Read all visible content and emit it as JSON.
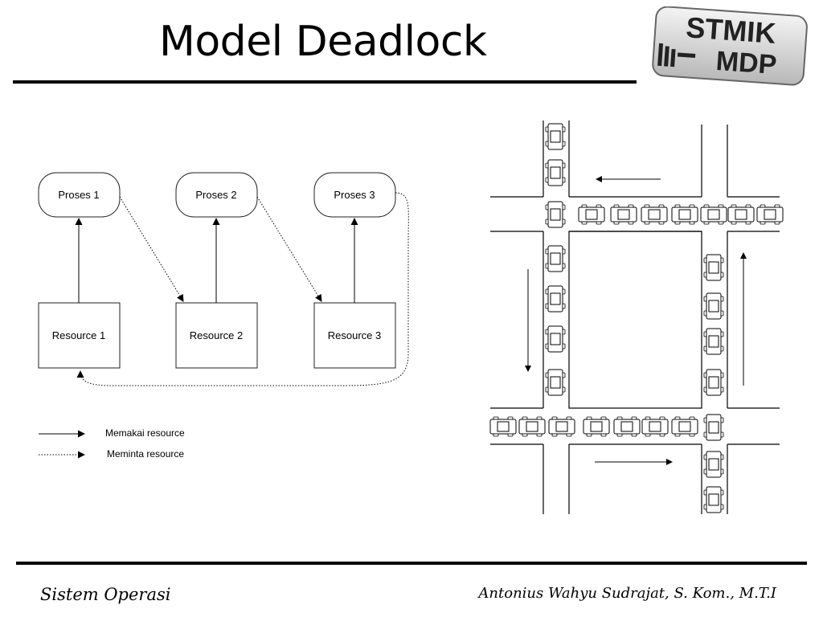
{
  "slide": {
    "title": "Model Deadlock",
    "logo_line1": "STMIK",
    "logo_line2": "MDP"
  },
  "diagram": {
    "processes": [
      "Proses 1",
      "Proses 2",
      "Proses 3"
    ],
    "resources": [
      "Resource 1",
      "Resource 2",
      "Resource 3"
    ],
    "legend": {
      "holding": "Memakai resource",
      "requesting": "Meminta resource"
    }
  },
  "footer": {
    "left": "Sistem Operasi",
    "right": "Antonius Wahyu Sudrajat, S. Kom., M.T.I"
  }
}
